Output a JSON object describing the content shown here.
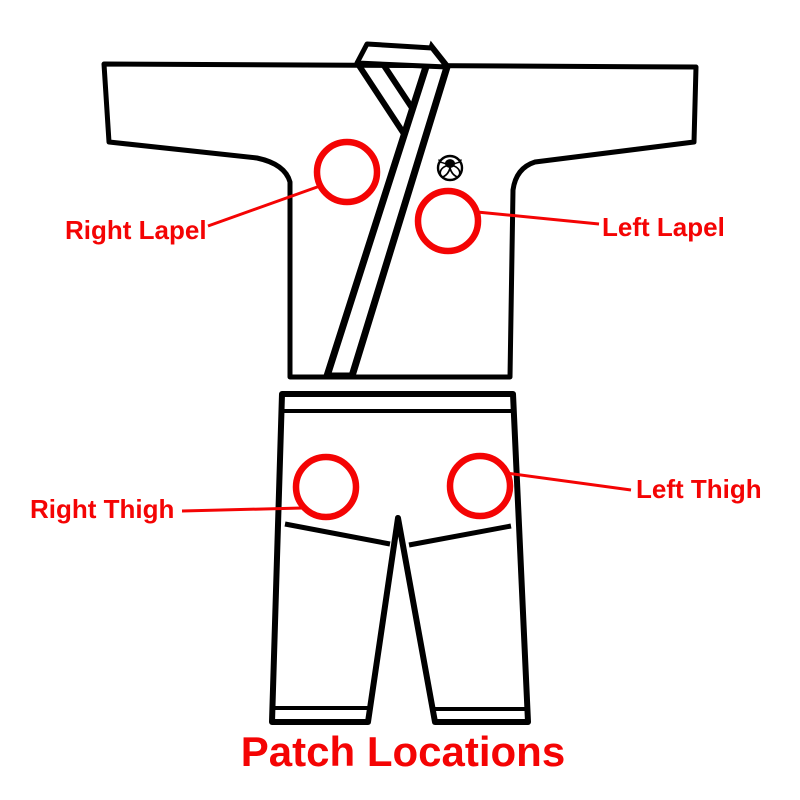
{
  "title": "Patch Locations",
  "colors": {
    "accent": "#f40404",
    "ink": "#000000"
  },
  "labels": {
    "right_lapel": "Right Lapel",
    "left_lapel": "Left Lapel",
    "right_thigh": "Right Thigh",
    "left_thigh": "Left Thigh"
  },
  "icons": {
    "chest_crest": "octopus-crest-icon"
  }
}
